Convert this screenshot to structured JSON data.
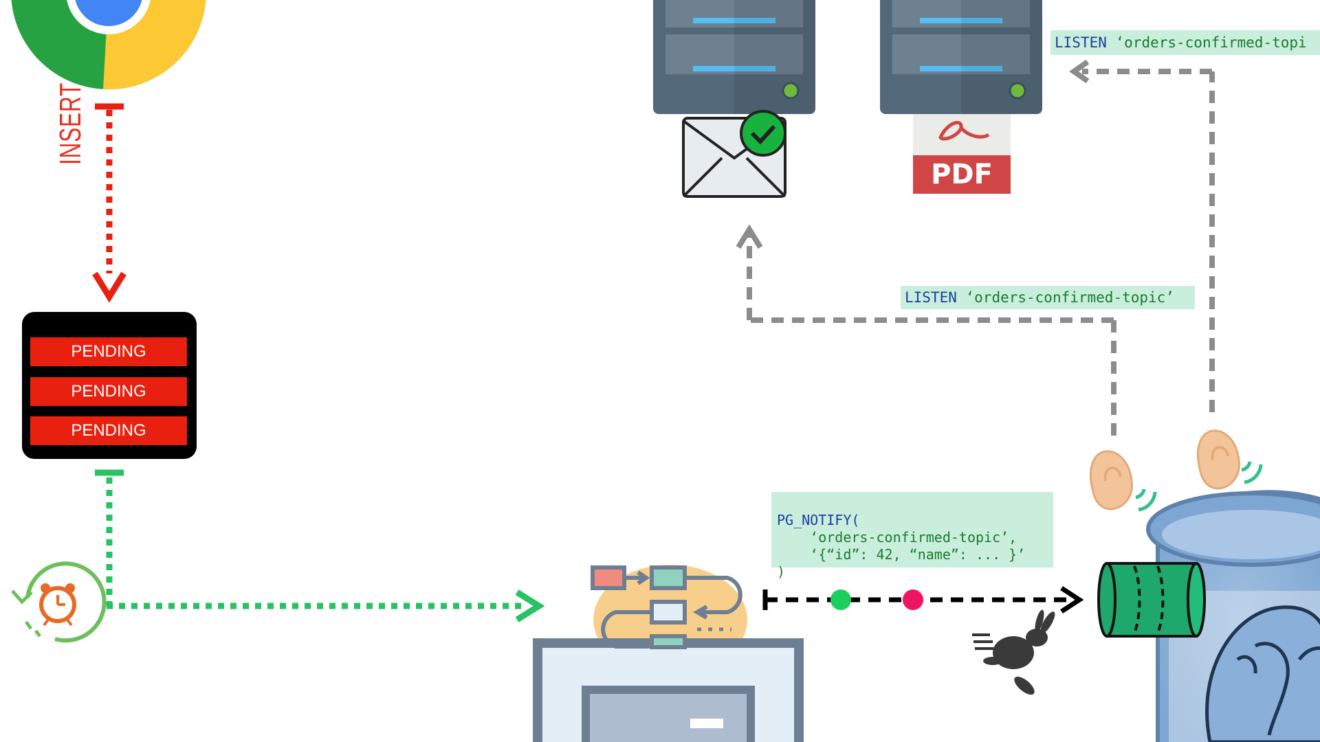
{
  "client": {
    "browser_icon": "chrome-browser-icon",
    "action_label": "INSERT"
  },
  "orders_table": {
    "rows": [
      "PENDING",
      "PENDING",
      "PENDING"
    ]
  },
  "scheduler": {
    "icon": "alarm-clock-cycle-icon"
  },
  "worker": {
    "icon": "workflow-processor-icon"
  },
  "notify": {
    "function": "PG_NOTIFY(",
    "arg1": "    ‘orders-confirmed-topic’,",
    "arg2": "    ‘{“id”: 42, “name”: ... }’",
    "close": ")"
  },
  "listen_email": {
    "keyword": "LISTEN",
    "topic": "‘orders-confirmed-topic’"
  },
  "listen_pdf": {
    "keyword": "LISTEN",
    "topic": "‘orders-confirmed-topi"
  },
  "services": {
    "email_icon": "email-check-icon",
    "pdf_label": "PDF",
    "pdf_icon": "pdf-document-icon"
  },
  "database": {
    "icon": "postgresql-elephant-icon",
    "channel_icon": "notification-channel-icon"
  },
  "colors": {
    "insert_arrow": "#e8200f",
    "scheduled_arrow": "#27c262",
    "listen_arrow": "#8c8c8c",
    "code_box": "#c9efdc",
    "dot_green": "#1ccf5a",
    "dot_red": "#ee1460"
  }
}
